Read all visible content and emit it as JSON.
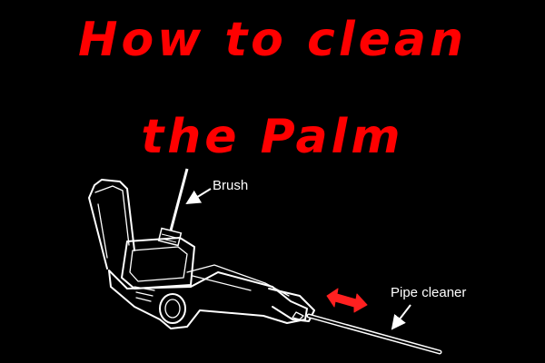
{
  "title": {
    "line1": "How to clean",
    "line2": "the Palm"
  },
  "labels": {
    "brush": "Brush",
    "pipe_cleaner": "Pipe cleaner"
  },
  "colors": {
    "background": "#000000",
    "title": "#ff0000",
    "outline": "#ffffff",
    "motion_arrow": "#ff2020"
  },
  "icons": {
    "device": "vaporizer-device-illustration",
    "brush": "brush-icon",
    "pipe_cleaner": "pipe-cleaner-icon",
    "motion": "double-arrow-icon"
  }
}
